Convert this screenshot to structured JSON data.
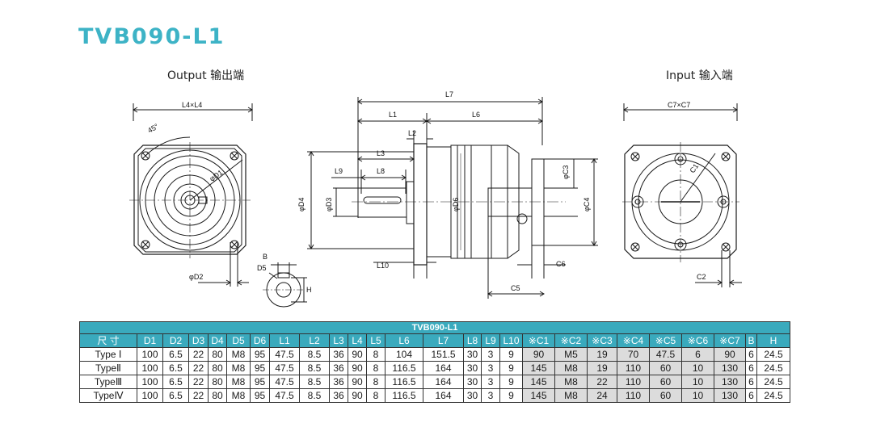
{
  "title": "TVB090-L1",
  "views": {
    "output_label": "Output 输出端",
    "input_label": "Input 输入端"
  },
  "dims": {
    "L4xL4": "L4×L4",
    "angle": "45°",
    "D1": "φD1",
    "D2": "φD2",
    "B": "B",
    "D5": "D5",
    "H": "H",
    "L7": "L7",
    "L1": "L1",
    "L6": "L6",
    "L2": "L2",
    "L3": "L3",
    "L9": "L9",
    "L8": "L8",
    "D4": "φD4",
    "D3": "φD3",
    "D6": "φD6",
    "C3": "φC3",
    "C4": "φC4",
    "L10": "L10",
    "C6": "C6",
    "C5": "C5",
    "C7xC7": "C7×C7",
    "C1": "C1",
    "C2": "C2"
  },
  "colors": {
    "accent": "#3db3c6",
    "header_bg": "#3aaabd",
    "grey_cell": "#dcdcdc"
  },
  "table": {
    "caption": "TVB090-L1",
    "headers": [
      "尺 寸",
      "D1",
      "D2",
      "D3",
      "D4",
      "D5",
      "D6",
      "L1",
      "L2",
      "L3",
      "L4",
      "L5",
      "L6",
      "L7",
      "L8",
      "L9",
      "L10",
      "※C1",
      "※C2",
      "※C3",
      "※C4",
      "※C5",
      "※C6",
      "※C7",
      "B",
      "H"
    ],
    "rows": [
      [
        "Type Ⅰ",
        "100",
        "6.5",
        "22",
        "80",
        "M8",
        "95",
        "47.5",
        "8.5",
        "36",
        "90",
        "8",
        "104",
        "151.5",
        "30",
        "3",
        "9",
        "90",
        "M5",
        "19",
        "70",
        "47.5",
        "6",
        "90",
        "6",
        "24.5"
      ],
      [
        "TypeⅡ",
        "100",
        "6.5",
        "22",
        "80",
        "M8",
        "95",
        "47.5",
        "8.5",
        "36",
        "90",
        "8",
        "116.5",
        "164",
        "30",
        "3",
        "9",
        "145",
        "M8",
        "19",
        "110",
        "60",
        "10",
        "130",
        "6",
        "24.5"
      ],
      [
        "TypeⅢ",
        "100",
        "6.5",
        "22",
        "80",
        "M8",
        "95",
        "47.5",
        "8.5",
        "36",
        "90",
        "8",
        "116.5",
        "164",
        "30",
        "3",
        "9",
        "145",
        "M8",
        "22",
        "110",
        "60",
        "10",
        "130",
        "6",
        "24.5"
      ],
      [
        "TypeⅣ",
        "100",
        "6.5",
        "22",
        "80",
        "M8",
        "95",
        "47.5",
        "8.5",
        "36",
        "90",
        "8",
        "116.5",
        "164",
        "30",
        "3",
        "9",
        "145",
        "M8",
        "24",
        "110",
        "60",
        "10",
        "130",
        "6",
        "24.5"
      ]
    ]
  }
}
